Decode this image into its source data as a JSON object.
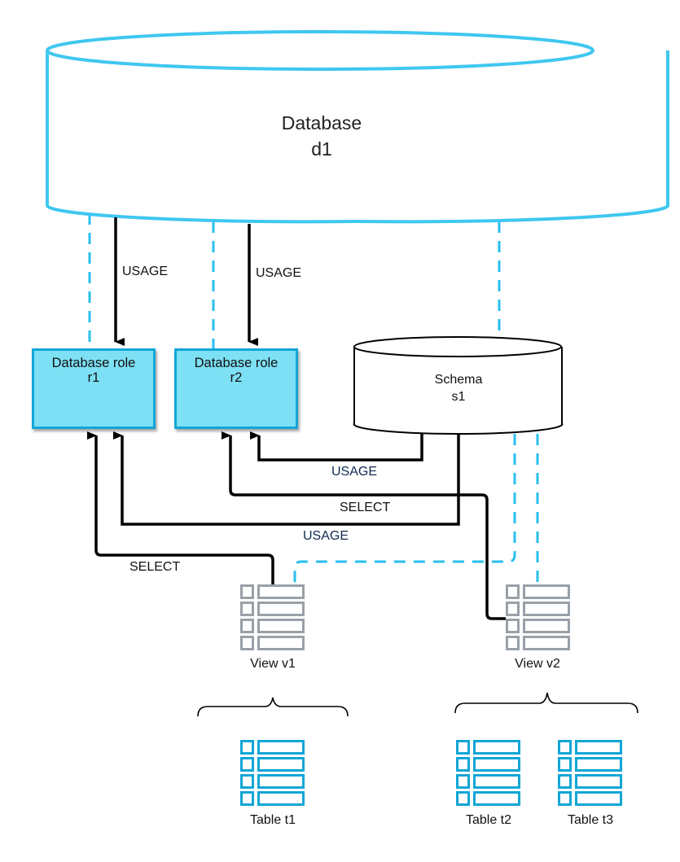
{
  "database": {
    "title_line1": "Database",
    "title_line2": "d1",
    "color": "#3fc7f0"
  },
  "roles": [
    {
      "title": "Database role",
      "name": "r1"
    },
    {
      "title": "Database role",
      "name": "r2"
    }
  ],
  "schema": {
    "title_line1": "Schema",
    "title_line2": "s1"
  },
  "views": [
    {
      "label": "View v1"
    },
    {
      "label": "View v2"
    }
  ],
  "tables": [
    {
      "label": "Table t1"
    },
    {
      "label": "Table t2"
    },
    {
      "label": "Table t3"
    }
  ],
  "edges": {
    "db_to_r1": "USAGE",
    "db_to_r2": "USAGE",
    "schema_to_r2": "USAGE",
    "v2_to_r2": "SELECT",
    "schema_to_r1": "USAGE",
    "v1_to_r1": "SELECT"
  },
  "colors": {
    "containment_dashed": "#28bfee",
    "role_fill": "#7de0f4",
    "role_border": "#12a6d6",
    "grant_line": "#000000",
    "view_icon": "#9aa0a8",
    "table_icon": "#12a6d6",
    "navy_label": "#0f2b52"
  }
}
